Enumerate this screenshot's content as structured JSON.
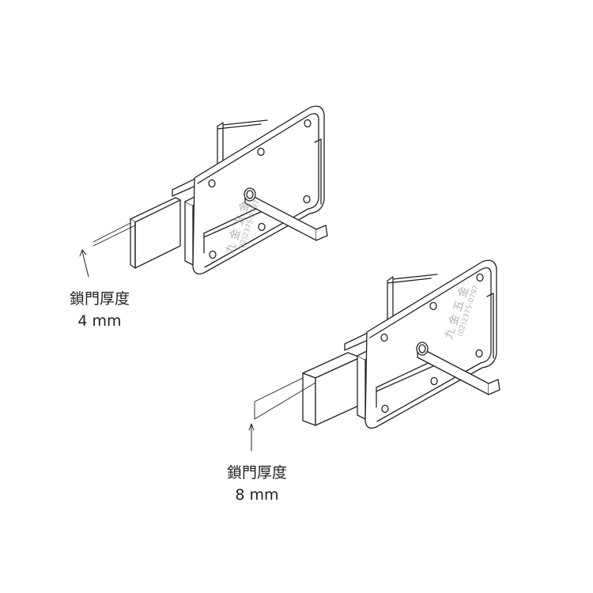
{
  "diagram": {
    "kind": "technical line drawing",
    "subject": "door latch bolt shown on two door thicknesses",
    "line_color": "#222222",
    "fill_color": "#ffffff",
    "watermark_color": "#9a9a9a"
  },
  "callouts": [
    {
      "label": "鎖門厚度",
      "value": "4 mm"
    },
    {
      "label": "鎖門厚度",
      "value": "8 mm"
    }
  ],
  "watermark": {
    "name": "九 金 五 金",
    "phone": "(02)2375-0797"
  }
}
